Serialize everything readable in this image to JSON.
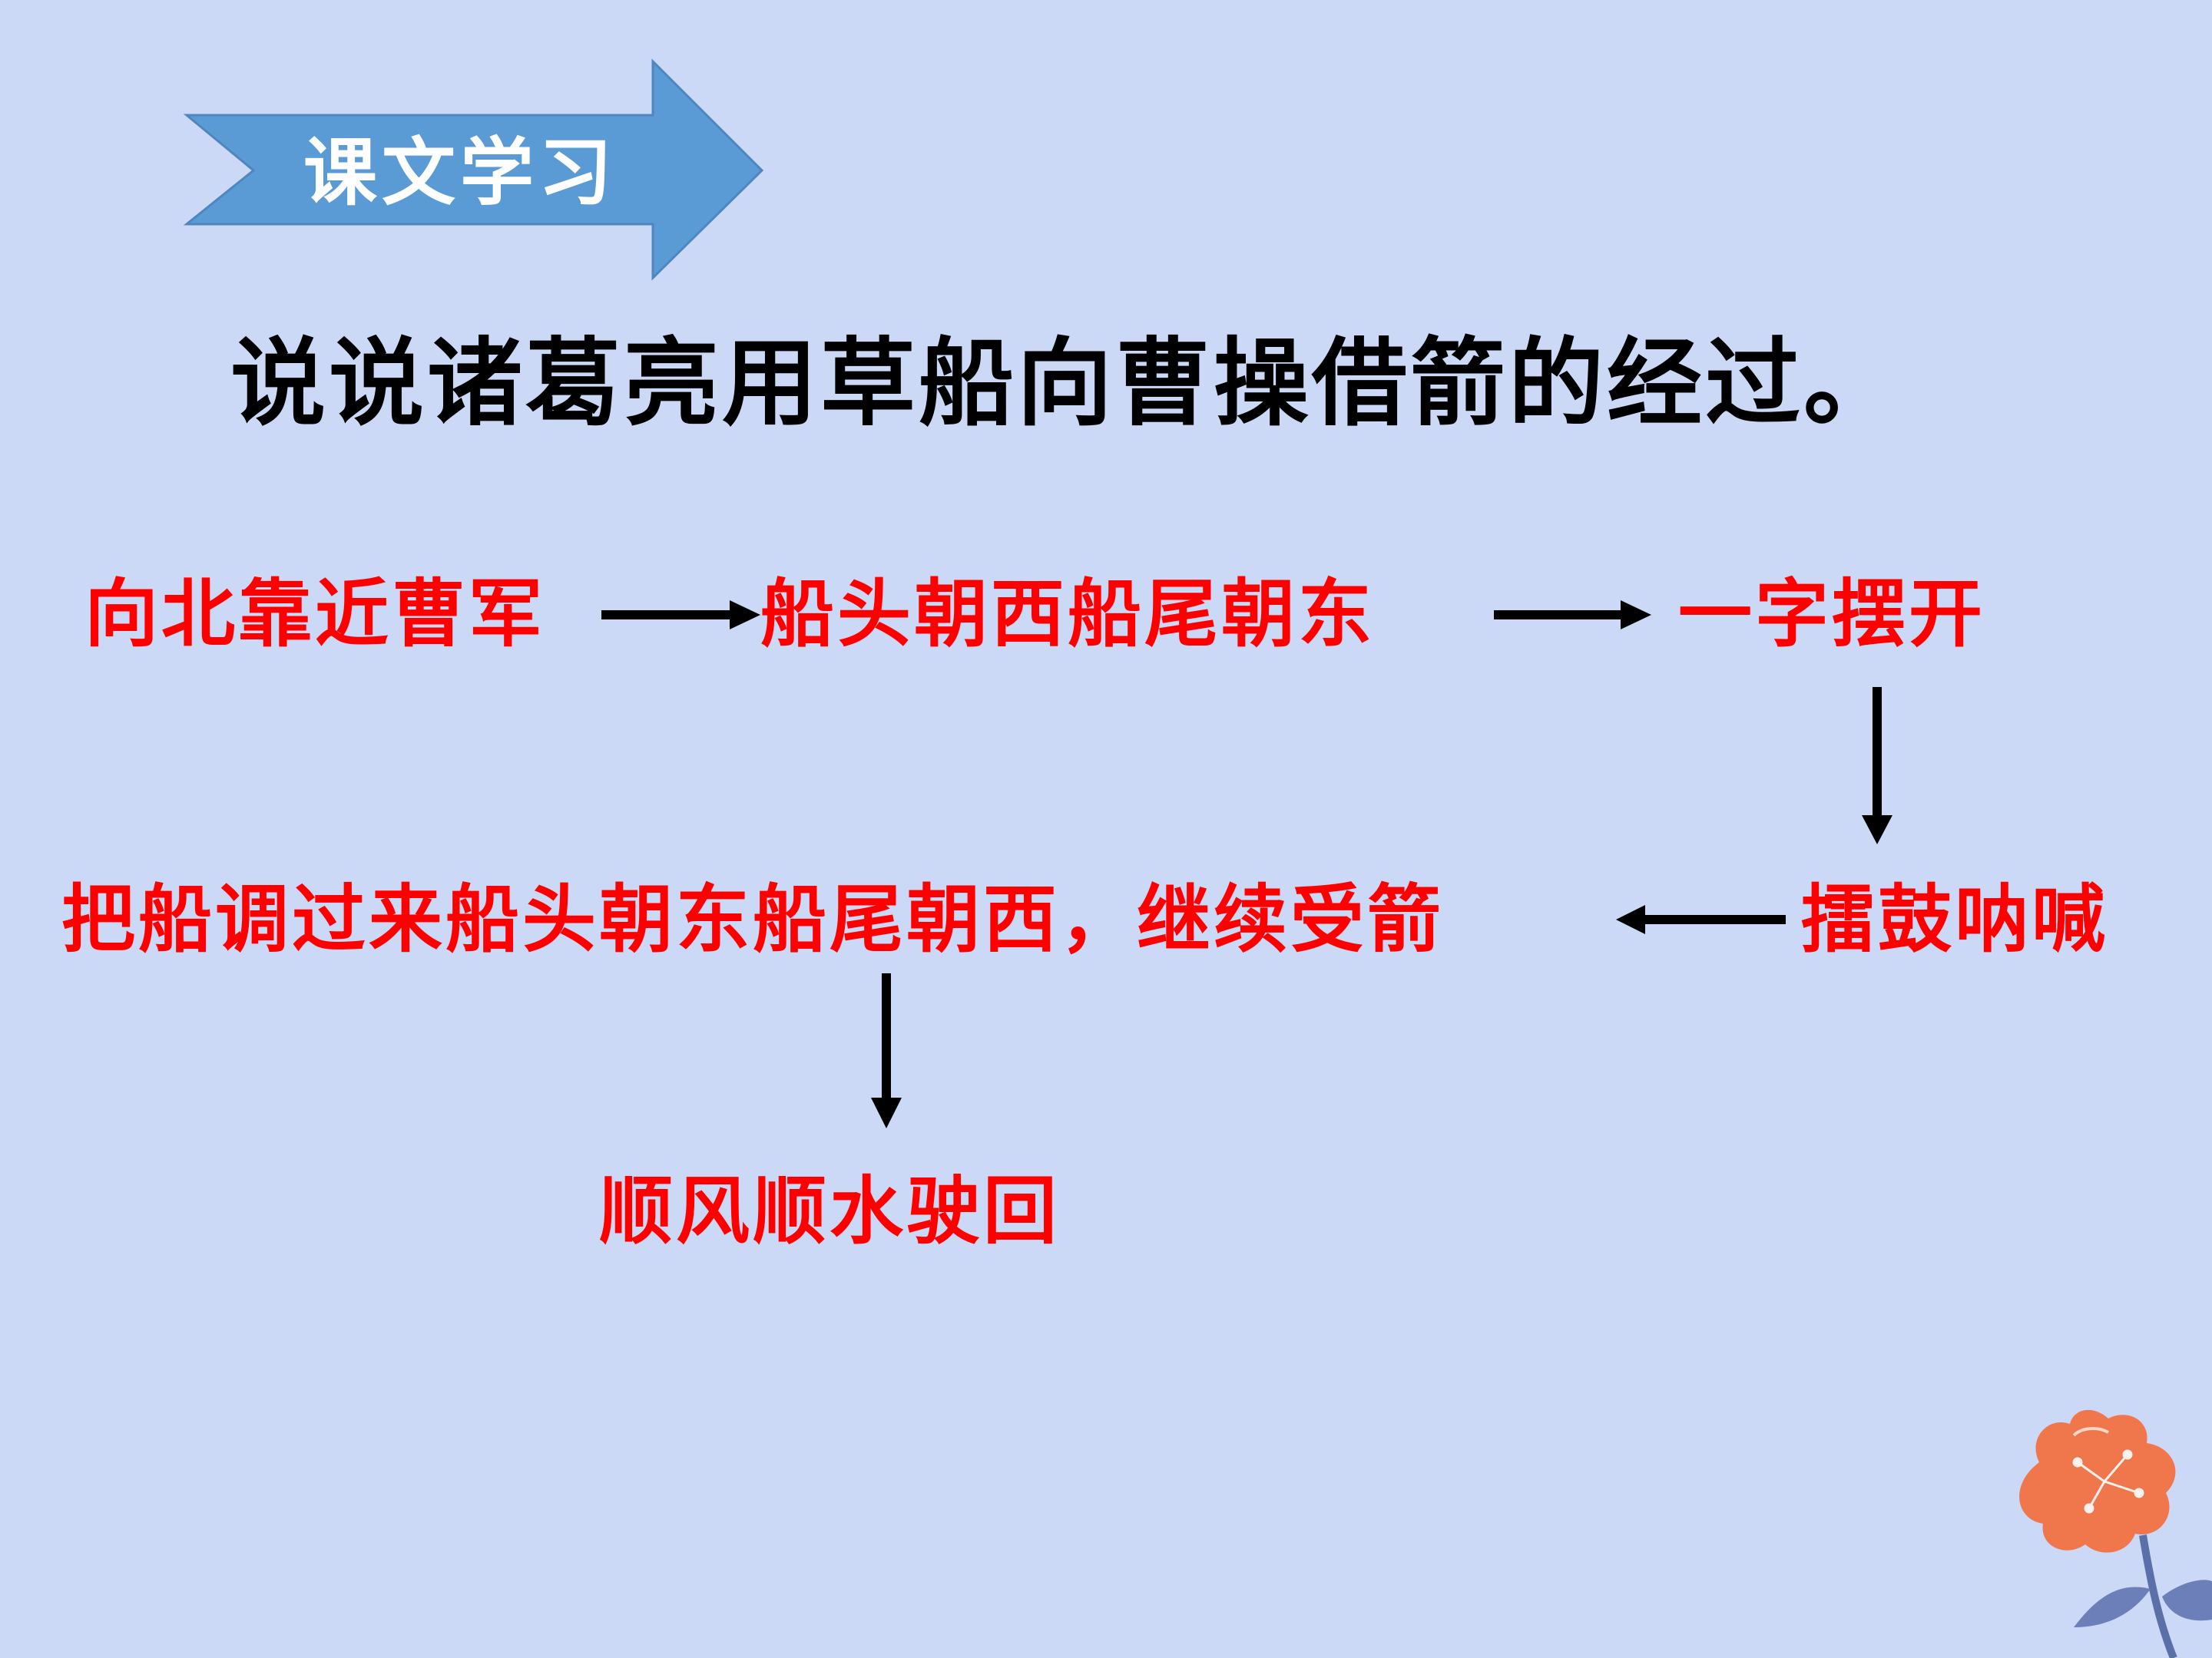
{
  "section": {
    "label": "课文学习",
    "badge_color": "#5b9bd5"
  },
  "title": "说说诸葛亮用草船向曹操借箭的经过。",
  "flow": {
    "steps": [
      "向北靠近曹军",
      "船头朝西船尾朝东",
      "一字摆开",
      "擂鼓呐喊",
      "把船调过来船头朝东船尾朝西，继续受箭",
      "顺风顺水驶回"
    ],
    "step_color": "#ff0000",
    "arrow_color": "#000000"
  },
  "decoration": {
    "icon": "flower-icon"
  }
}
